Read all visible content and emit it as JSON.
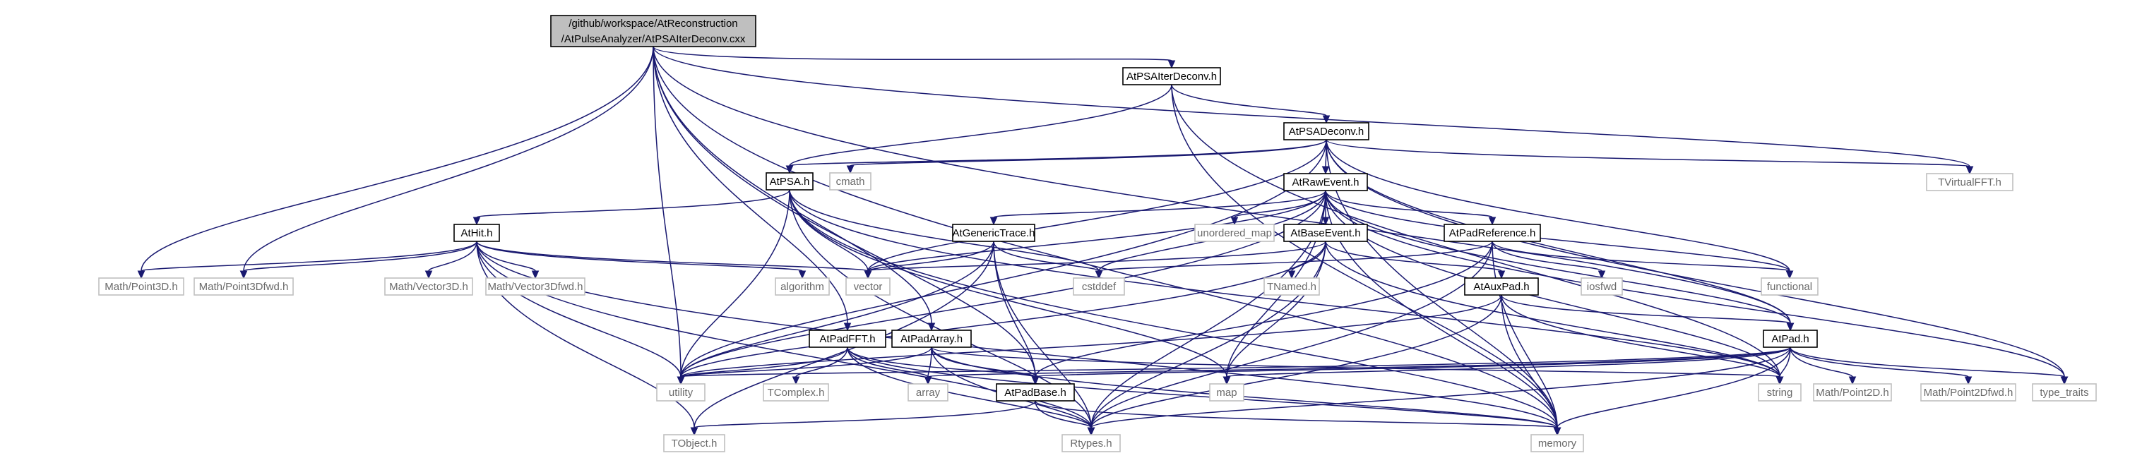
{
  "diagram": {
    "type": "include-dependency-graph",
    "colors": {
      "edge": "#191970",
      "root_fill": "#bfbfbf",
      "external_border": "#bfbfbf",
      "external_text": "#6a6a6a"
    },
    "nodes": [
      {
        "id": "root",
        "kind": "root",
        "lines": [
          "/github/workspace/AtReconstruction",
          "/AtPulseAnalyzer/AtPSAIterDeconv.cxx"
        ]
      },
      {
        "id": "iterdeconv_h",
        "kind": "local",
        "lines": [
          "AtPSAIterDeconv.h"
        ]
      },
      {
        "id": "deconv_h",
        "kind": "local",
        "lines": [
          "AtPSADeconv.h"
        ]
      },
      {
        "id": "psa_h",
        "kind": "local",
        "lines": [
          "AtPSA.h"
        ]
      },
      {
        "id": "cmath",
        "kind": "ext",
        "lines": [
          "cmath"
        ]
      },
      {
        "id": "rawevent_h",
        "kind": "local",
        "lines": [
          "AtRawEvent.h"
        ]
      },
      {
        "id": "tvirtualfft",
        "kind": "ext",
        "lines": [
          "TVirtualFFT.h"
        ]
      },
      {
        "id": "hit_h",
        "kind": "local",
        "lines": [
          "AtHit.h"
        ]
      },
      {
        "id": "unordered_map",
        "kind": "ext",
        "lines": [
          "unordered_map"
        ]
      },
      {
        "id": "genericTrace_h",
        "kind": "local",
        "lines": [
          "AtGenericTrace.h"
        ]
      },
      {
        "id": "baseEvent_h",
        "kind": "local",
        "lines": [
          "AtBaseEvent.h"
        ]
      },
      {
        "id": "padReference_h",
        "kind": "local",
        "lines": [
          "AtPadReference.h"
        ]
      },
      {
        "id": "point3d",
        "kind": "ext",
        "lines": [
          "Math/Point3D.h"
        ]
      },
      {
        "id": "point3dfwd",
        "kind": "ext",
        "lines": [
          "Math/Point3Dfwd.h"
        ]
      },
      {
        "id": "vector3d",
        "kind": "ext",
        "lines": [
          "Math/Vector3D.h"
        ]
      },
      {
        "id": "vector3dfwd",
        "kind": "ext",
        "lines": [
          "Math/Vector3Dfwd.h"
        ]
      },
      {
        "id": "algorithm",
        "kind": "ext",
        "lines": [
          "algorithm"
        ]
      },
      {
        "id": "vector",
        "kind": "ext",
        "lines": [
          "vector"
        ]
      },
      {
        "id": "cstddef",
        "kind": "ext",
        "lines": [
          "cstddef"
        ]
      },
      {
        "id": "tnamed",
        "kind": "ext",
        "lines": [
          "TNamed.h"
        ]
      },
      {
        "id": "iosfwd",
        "kind": "ext",
        "lines": [
          "iosfwd"
        ]
      },
      {
        "id": "functional",
        "kind": "ext",
        "lines": [
          "functional"
        ]
      },
      {
        "id": "auxPad_h",
        "kind": "local",
        "lines": [
          "AtAuxPad.h"
        ]
      },
      {
        "id": "padFFT_h",
        "kind": "local",
        "lines": [
          "AtPadFFT.h"
        ]
      },
      {
        "id": "padArray_h",
        "kind": "local",
        "lines": [
          "AtPadArray.h"
        ]
      },
      {
        "id": "pad_h",
        "kind": "local",
        "lines": [
          "AtPad.h"
        ]
      },
      {
        "id": "utility",
        "kind": "ext",
        "lines": [
          "utility"
        ]
      },
      {
        "id": "tcomplex",
        "kind": "ext",
        "lines": [
          "TComplex.h"
        ]
      },
      {
        "id": "array",
        "kind": "ext",
        "lines": [
          "array"
        ]
      },
      {
        "id": "padBase_h",
        "kind": "local",
        "lines": [
          "AtPadBase.h"
        ]
      },
      {
        "id": "map",
        "kind": "ext",
        "lines": [
          "map"
        ]
      },
      {
        "id": "string",
        "kind": "ext",
        "lines": [
          "string"
        ]
      },
      {
        "id": "point2d",
        "kind": "ext",
        "lines": [
          "Math/Point2D.h"
        ]
      },
      {
        "id": "point2dfwd",
        "kind": "ext",
        "lines": [
          "Math/Point2Dfwd.h"
        ]
      },
      {
        "id": "type_traits",
        "kind": "ext",
        "lines": [
          "type_traits"
        ]
      },
      {
        "id": "tobject",
        "kind": "ext",
        "lines": [
          "TObject.h"
        ]
      },
      {
        "id": "rtypes",
        "kind": "ext",
        "lines": [
          "Rtypes.h"
        ]
      },
      {
        "id": "memory",
        "kind": "ext",
        "lines": [
          "memory"
        ]
      }
    ],
    "edges": [
      [
        "root",
        "iterdeconv_h"
      ],
      [
        "root",
        "tvirtualfft"
      ],
      [
        "root",
        "memory"
      ],
      [
        "root",
        "pad_h"
      ],
      [
        "root",
        "point3d"
      ],
      [
        "root",
        "point3dfwd"
      ],
      [
        "root",
        "utility"
      ],
      [
        "root",
        "padFFT_h"
      ],
      [
        "root",
        "padArray_h"
      ],
      [
        "root",
        "padBase_h"
      ],
      [
        "iterdeconv_h",
        "deconv_h"
      ],
      [
        "iterdeconv_h",
        "psa_h"
      ],
      [
        "iterdeconv_h",
        "memory"
      ],
      [
        "iterdeconv_h",
        "string"
      ],
      [
        "deconv_h",
        "psa_h"
      ],
      [
        "deconv_h",
        "cmath"
      ],
      [
        "deconv_h",
        "rawevent_h"
      ],
      [
        "deconv_h",
        "tvirtualfft"
      ],
      [
        "deconv_h",
        "functional"
      ],
      [
        "deconv_h",
        "vector"
      ],
      [
        "deconv_h",
        "utility"
      ],
      [
        "deconv_h",
        "memory"
      ],
      [
        "deconv_h",
        "pad_h"
      ],
      [
        "deconv_h",
        "type_traits"
      ],
      [
        "psa_h",
        "hit_h"
      ],
      [
        "psa_h",
        "vector"
      ],
      [
        "psa_h",
        "utility"
      ],
      [
        "psa_h",
        "map"
      ],
      [
        "psa_h",
        "memory"
      ],
      [
        "psa_h",
        "string"
      ],
      [
        "psa_h",
        "rtypes"
      ],
      [
        "psa_h",
        "cstddef"
      ],
      [
        "rawevent_h",
        "unordered_map"
      ],
      [
        "rawevent_h",
        "genericTrace_h"
      ],
      [
        "rawevent_h",
        "baseEvent_h"
      ],
      [
        "rawevent_h",
        "padReference_h"
      ],
      [
        "rawevent_h",
        "vector"
      ],
      [
        "rawevent_h",
        "cstddef"
      ],
      [
        "rawevent_h",
        "map"
      ],
      [
        "rawevent_h",
        "string"
      ],
      [
        "rawevent_h",
        "functional"
      ],
      [
        "rawevent_h",
        "memory"
      ],
      [
        "rawevent_h",
        "pad_h"
      ],
      [
        "rawevent_h",
        "rtypes"
      ],
      [
        "rawevent_h",
        "utility"
      ],
      [
        "rawevent_h",
        "type_traits"
      ],
      [
        "hit_h",
        "point3d"
      ],
      [
        "hit_h",
        "point3dfwd"
      ],
      [
        "hit_h",
        "vector3d"
      ],
      [
        "hit_h",
        "vector3dfwd"
      ],
      [
        "hit_h",
        "algorithm"
      ],
      [
        "hit_h",
        "vector"
      ],
      [
        "hit_h",
        "utility"
      ],
      [
        "hit_h",
        "memory"
      ],
      [
        "hit_h",
        "rtypes"
      ],
      [
        "hit_h",
        "tobject"
      ],
      [
        "genericTrace_h",
        "vector"
      ],
      [
        "genericTrace_h",
        "cstddef"
      ],
      [
        "genericTrace_h",
        "padBase_h"
      ],
      [
        "genericTrace_h",
        "rtypes"
      ],
      [
        "genericTrace_h",
        "utility"
      ],
      [
        "genericTrace_h",
        "tobject"
      ],
      [
        "baseEvent_h",
        "tnamed"
      ],
      [
        "baseEvent_h",
        "map"
      ],
      [
        "baseEvent_h",
        "auxPad_h"
      ],
      [
        "baseEvent_h",
        "string"
      ],
      [
        "baseEvent_h",
        "vector"
      ],
      [
        "baseEvent_h",
        "rtypes"
      ],
      [
        "baseEvent_h",
        "utility"
      ],
      [
        "padReference_h",
        "iosfwd"
      ],
      [
        "padReference_h",
        "functional"
      ],
      [
        "padReference_h",
        "cstddef"
      ],
      [
        "padReference_h",
        "padBase_h"
      ],
      [
        "padReference_h",
        "rtypes"
      ],
      [
        "padReference_h",
        "memory"
      ],
      [
        "auxPad_h",
        "pad_h"
      ],
      [
        "auxPad_h",
        "string"
      ],
      [
        "auxPad_h",
        "memory"
      ],
      [
        "auxPad_h",
        "rtypes"
      ],
      [
        "auxPad_h",
        "utility"
      ],
      [
        "padFFT_h",
        "array"
      ],
      [
        "padFFT_h",
        "tcomplex"
      ],
      [
        "padFFT_h",
        "padBase_h"
      ],
      [
        "padFFT_h",
        "utility"
      ],
      [
        "padFFT_h",
        "rtypes"
      ],
      [
        "padFFT_h",
        "memory"
      ],
      [
        "padArray_h",
        "array"
      ],
      [
        "padArray_h",
        "padBase_h"
      ],
      [
        "padArray_h",
        "string"
      ],
      [
        "padArray_h",
        "utility"
      ],
      [
        "padArray_h",
        "rtypes"
      ],
      [
        "padArray_h",
        "memory"
      ],
      [
        "pad_h",
        "padBase_h"
      ],
      [
        "pad_h",
        "string"
      ],
      [
        "pad_h",
        "map"
      ],
      [
        "pad_h",
        "array"
      ],
      [
        "pad_h",
        "utility"
      ],
      [
        "pad_h",
        "point2d"
      ],
      [
        "pad_h",
        "point2dfwd"
      ],
      [
        "pad_h",
        "type_traits"
      ],
      [
        "pad_h",
        "memory"
      ],
      [
        "pad_h",
        "rtypes"
      ],
      [
        "padBase_h",
        "tobject"
      ],
      [
        "padBase_h",
        "rtypes"
      ],
      [
        "padBase_h",
        "memory"
      ]
    ]
  }
}
